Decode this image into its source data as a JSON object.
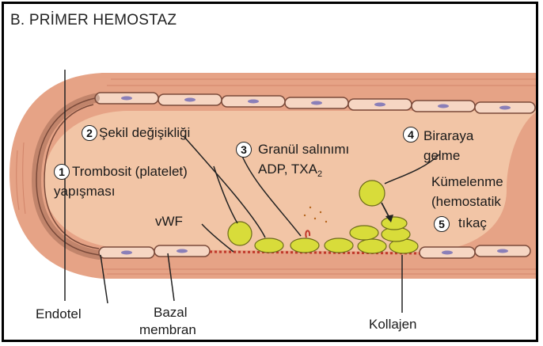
{
  "title": "B. PRİMER HEMOSTAZ",
  "steps": {
    "s1": {
      "num": "1",
      "line1": "Trombosit (platelet)",
      "line2": "yapışması"
    },
    "s2": {
      "num": "2",
      "label": "Şekil değişikliği"
    },
    "s3": {
      "num": "3",
      "line1": "Granül salınımı",
      "line2_prefix": "ADP, TXA",
      "line2_sub": "2"
    },
    "s4": {
      "num": "4",
      "line1": "Biraraya",
      "line2": "gelme"
    },
    "s5": {
      "num": "5",
      "line1": "Kümelenme",
      "line2": "(hemostatik",
      "line3": "tıkaç"
    }
  },
  "labels": {
    "vwf": "vWF",
    "endotel": "Endotel",
    "bazal_line1": "Bazal",
    "bazal_line2": "membran",
    "kollajen": "Kollajen"
  },
  "colors": {
    "lumen": "#f2c5a6",
    "wall": "#e6a386",
    "endothelium": "#f6d6c3",
    "nucleus": "#8a7fb8",
    "platelet": "#d8dc3a",
    "collagen_dots": "#c0392b"
  }
}
